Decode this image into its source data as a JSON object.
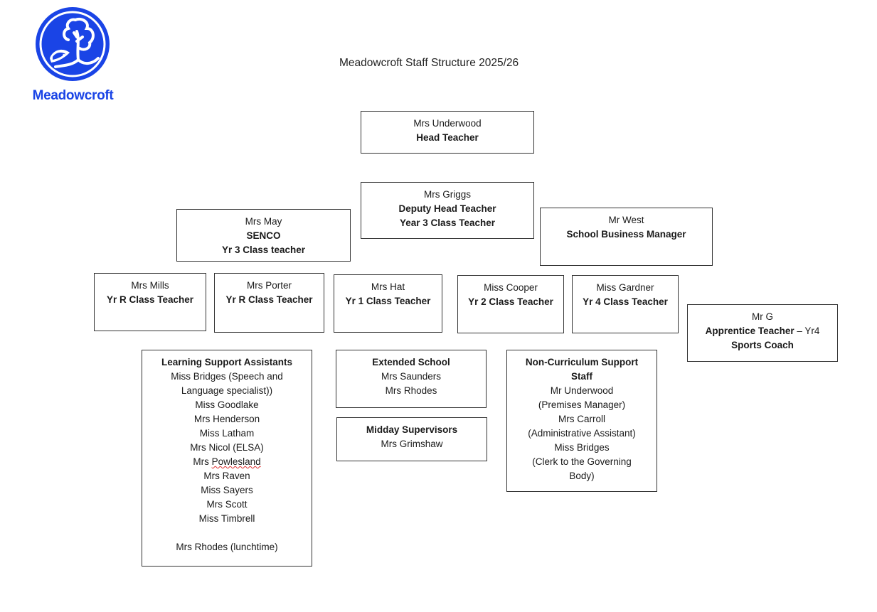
{
  "logo": {
    "icon": "tree-in-circle-logo",
    "text": "Meadowcroft",
    "color": "#1a44e6"
  },
  "title": "Meadowcroft Staff Structure 2025/26",
  "head": {
    "name": "Mrs Underwood",
    "role": "Head Teacher"
  },
  "deputy": {
    "name": "Mrs Griggs",
    "role": "Deputy Head Teacher",
    "role2": "Year 3 Class Teacher"
  },
  "senco": {
    "name": "Mrs May",
    "role": "SENCO",
    "role2": "Yr 3 Class teacher"
  },
  "business": {
    "name": "Mr West",
    "role": "School Business Manager"
  },
  "teachers": [
    {
      "name": "Mrs Mills",
      "role": "Yr R Class Teacher"
    },
    {
      "name": "Mrs Porter",
      "role": "Yr R Class Teacher"
    },
    {
      "name": "Mrs Hat",
      "role": "Yr 1 Class Teacher"
    },
    {
      "name": "Miss Cooper",
      "role": "Yr 2 Class Teacher"
    },
    {
      "name": "Miss Gardner",
      "role": "Yr 4 Class Teacher"
    }
  ],
  "apprentice": {
    "name": "Mr G",
    "role": "Apprentice Teacher",
    "role_suffix": " – Yr4",
    "role2": "Sports Coach"
  },
  "lsa": {
    "heading": "Learning Support Assistants",
    "members": [
      "Miss Bridges (Speech and",
      "Language specialist))",
      "Miss Goodlake",
      "Mrs Henderson",
      "Miss Latham",
      "Mrs Nicol (ELSA)",
      "Mrs Powlesland",
      "Mrs Raven",
      "Miss Sayers",
      "Mrs Scott",
      "Miss Timbrell"
    ],
    "extra": "Mrs Rhodes (lunchtime)"
  },
  "extended": {
    "heading": "Extended School",
    "members": [
      "Mrs Saunders",
      "Mrs Rhodes"
    ]
  },
  "midday": {
    "heading": "Midday Supervisors",
    "members": [
      "Mrs Grimshaw"
    ]
  },
  "noncurr": {
    "heading1": "Non-Curriculum Support",
    "heading2": "Staff",
    "members": [
      "Mr Underwood",
      "(Premises Manager)",
      "Mrs Carroll",
      "(Administrative Assistant)",
      "Miss Bridges",
      "(Clerk to the Governing",
      "Body)"
    ]
  }
}
